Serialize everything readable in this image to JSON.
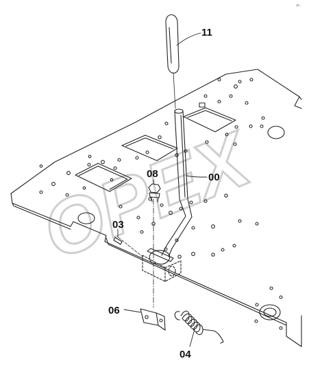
{
  "corner_mark": "P~",
  "watermark": "OPEX",
  "callouts": {
    "p11": "11",
    "p08": "08",
    "p00": "00",
    "p03": "03",
    "p06": "06",
    "p04": "04"
  }
}
